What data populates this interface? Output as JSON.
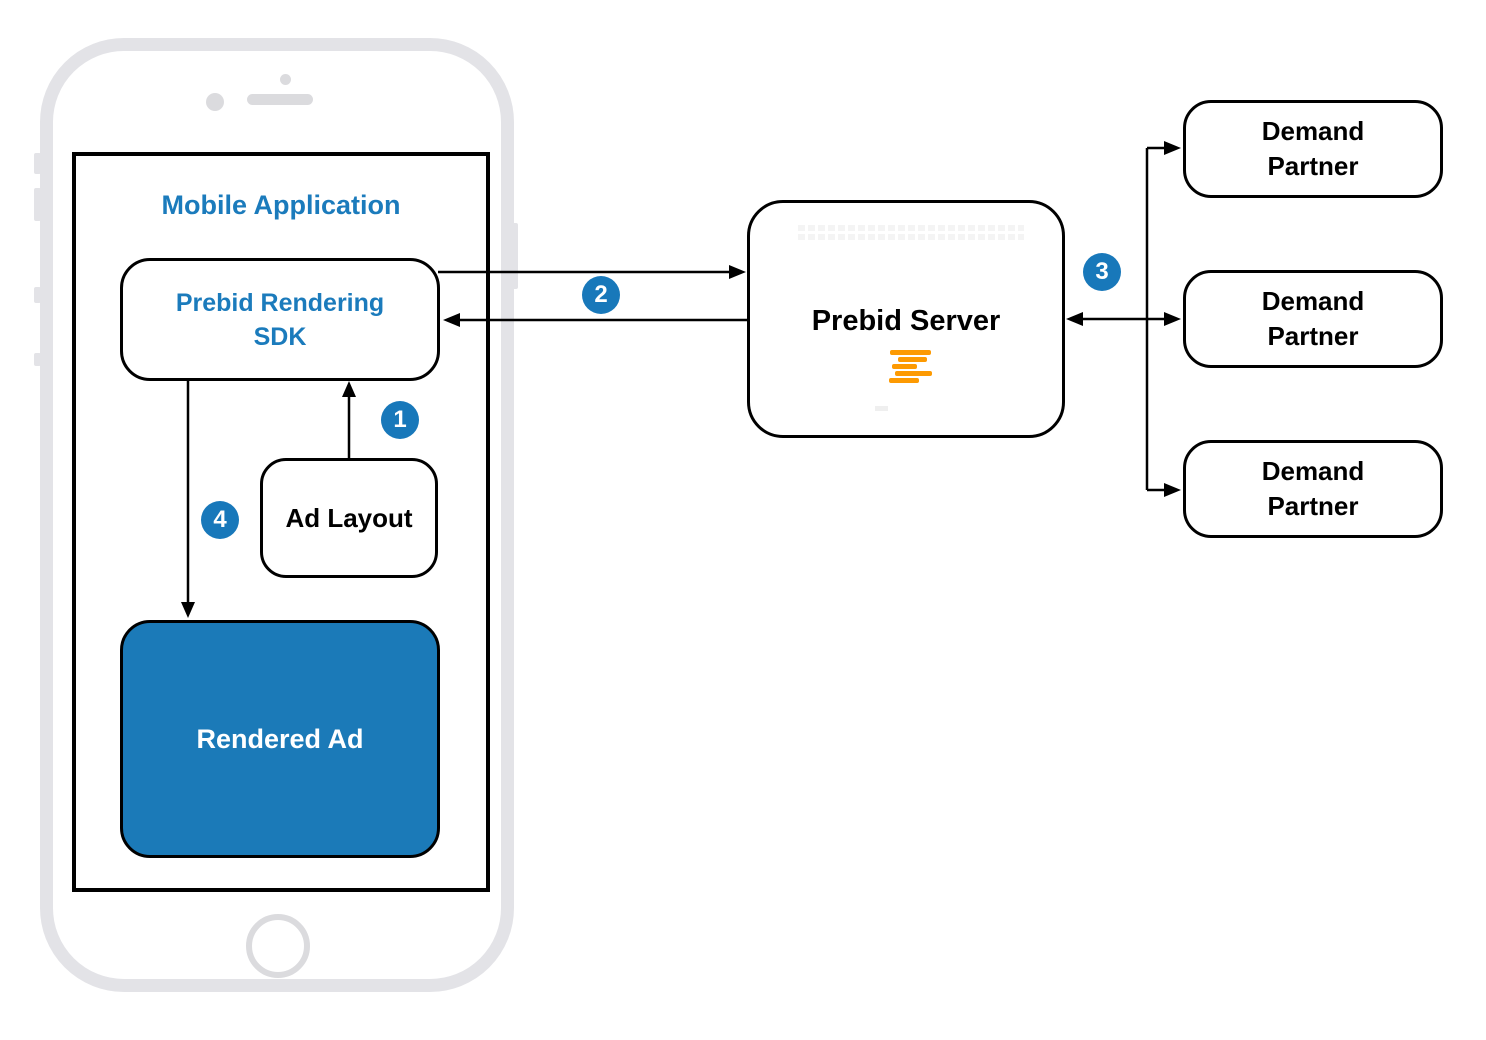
{
  "diagram": {
    "app_title": "Mobile Application",
    "sdk_label": "Prebid Rendering\nSDK",
    "ad_layout_label": "Ad Layout",
    "rendered_ad_label": "Rendered Ad",
    "server_label": "Prebid Server",
    "server_logo_icon": "prebid-lines-icon",
    "demand_partners": [
      {
        "label": "Demand\nPartner"
      },
      {
        "label": "Demand\nPartner"
      },
      {
        "label": "Demand\nPartner"
      }
    ],
    "steps": [
      "1",
      "2",
      "3",
      "4"
    ],
    "colors": {
      "accent_blue": "#1878BA",
      "text_blue": "#1B7BBC",
      "rendered_ad_blue": "#1B7AB8",
      "logo_orange": "#FD9A02",
      "phone_frame_gray": "#E3E3E7",
      "line_black": "#000000"
    }
  }
}
